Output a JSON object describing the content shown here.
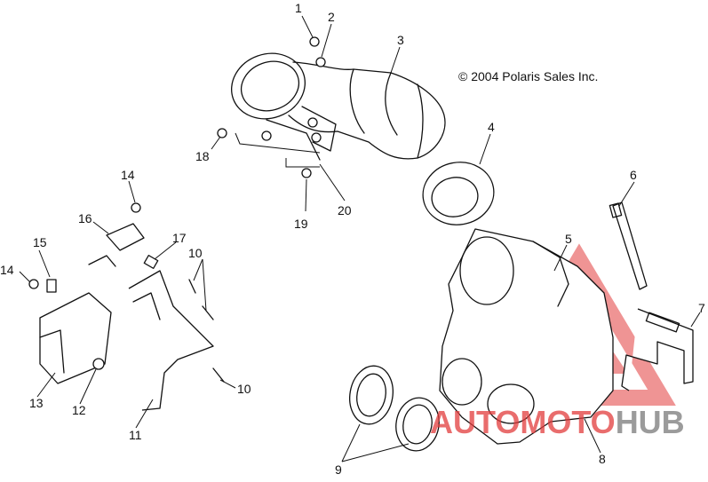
{
  "copyright": "© 2004 Polaris Sales Inc.",
  "watermark": {
    "text_part1": "AUTO",
    "text_part2": "MOTO",
    "text_part3": "HUB",
    "color_red": "#e23c3c",
    "color_gray": "#8a8a8a"
  },
  "callouts": [
    {
      "id": "c1",
      "label": "1"
    },
    {
      "id": "c2",
      "label": "2"
    },
    {
      "id": "c3",
      "label": "3"
    },
    {
      "id": "c4",
      "label": "4"
    },
    {
      "id": "c5",
      "label": "5"
    },
    {
      "id": "c6",
      "label": "6"
    },
    {
      "id": "c7",
      "label": "7"
    },
    {
      "id": "c8",
      "label": "8"
    },
    {
      "id": "c9",
      "label": "9"
    },
    {
      "id": "c10a",
      "label": "10"
    },
    {
      "id": "c10b",
      "label": "10"
    },
    {
      "id": "c11",
      "label": "11"
    },
    {
      "id": "c12",
      "label": "12"
    },
    {
      "id": "c13",
      "label": "13"
    },
    {
      "id": "c14a",
      "label": "14"
    },
    {
      "id": "c14b",
      "label": "14"
    },
    {
      "id": "c15",
      "label": "15"
    },
    {
      "id": "c16",
      "label": "16"
    },
    {
      "id": "c17",
      "label": "17"
    },
    {
      "id": "c18",
      "label": "18"
    },
    {
      "id": "c19",
      "label": "19"
    },
    {
      "id": "c20",
      "label": "20"
    }
  ]
}
